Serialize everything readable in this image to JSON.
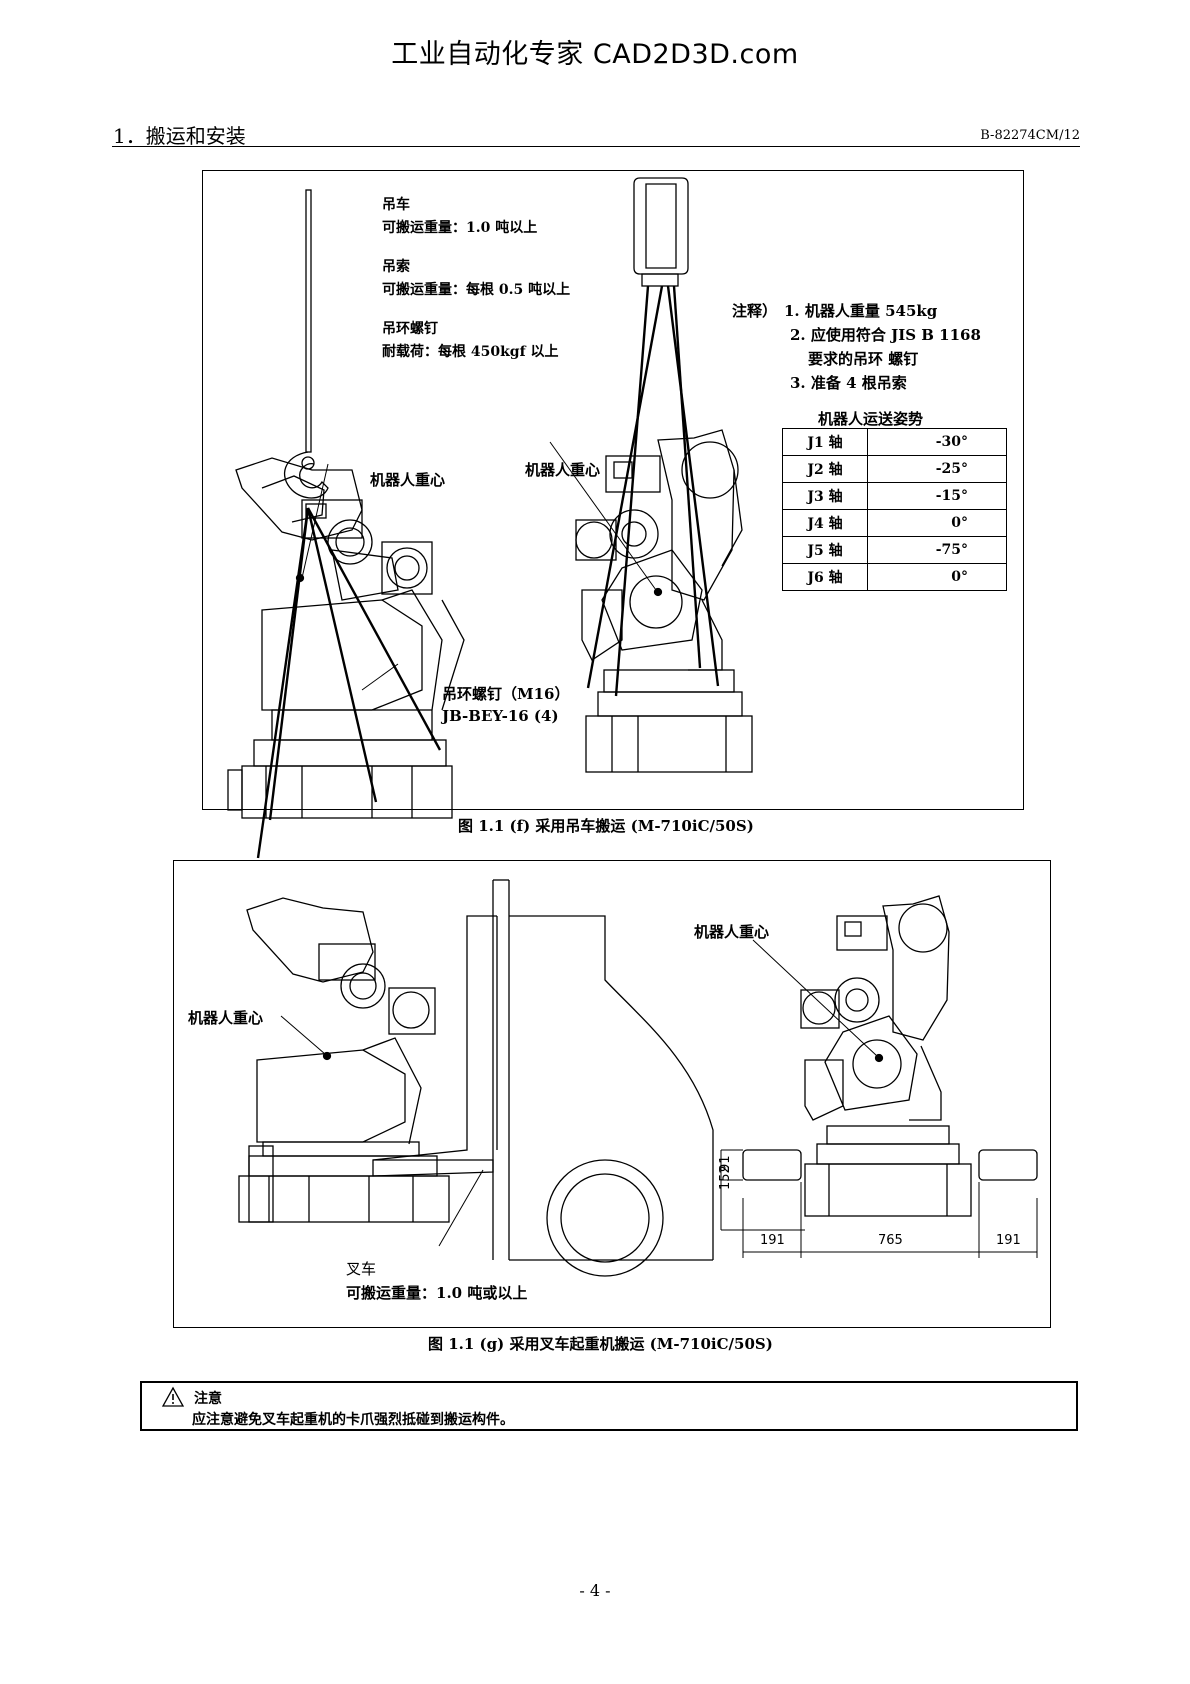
{
  "watermark": "工业自动化专家 CAD2D3D.com",
  "header": {
    "section_title": "1．搬运和安装",
    "doc_code": "B-82274CM/12"
  },
  "figure_f": {
    "crane": {
      "title": "吊车",
      "capacity": "可搬运重量：1.0 吨以上"
    },
    "sling": {
      "title": "吊索",
      "capacity": "可搬运重量：每根 0.5 吨以上"
    },
    "eyebolt": {
      "title": "吊环螺钉",
      "load": "耐载荷：每根 450kgf 以上"
    },
    "cog_left": "机器人重心",
    "cog_right": "机器人重心",
    "eyebolt_spec": {
      "line1": "吊环螺钉（M16）",
      "line2": "JB-BEY-16 (4)"
    },
    "notes": {
      "prefix": "注释）",
      "n1": "1.  机器人重量 545kg",
      "n2": "2.  应使用符合 JIS B 1168",
      "n2b": "要求的吊环  螺钉",
      "n3": "3.  准备 4 根吊索"
    },
    "pose_table": {
      "title": "机器人运送姿势",
      "rows": [
        {
          "axis": "J1 轴",
          "value": "-30°"
        },
        {
          "axis": "J2 轴",
          "value": "-25°"
        },
        {
          "axis": "J3 轴",
          "value": "-15°"
        },
        {
          "axis": "J4 轴",
          "value": "0°"
        },
        {
          "axis": "J5 轴",
          "value": "-75°"
        },
        {
          "axis": "J6 轴",
          "value": "0°"
        }
      ]
    },
    "caption": "图 1.1 (f)  采用吊车搬运  (M-710iC/50S)"
  },
  "figure_g": {
    "cog_left": "机器人重心",
    "cog_right": "机器人重心",
    "forklift": {
      "title": "叉车",
      "capacity": "可搬运重量：1.0 吨或以上"
    },
    "dims": {
      "left": "191",
      "center": "765",
      "right": "191",
      "height_a": "152",
      "height_b": "91"
    },
    "caption": "图 1.1 (g)  采用叉车起重机搬运  (M-710iC/50S)"
  },
  "caution": {
    "title": "注意",
    "text": "应注意避免叉车起重机的卡爪强烈抵碰到搬运构件。"
  },
  "page_number": "- 4 -"
}
